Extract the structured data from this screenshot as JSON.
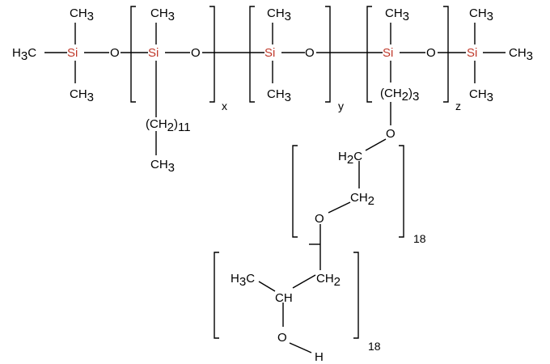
{
  "backbone": {
    "ch3": "CH",
    "h3c": "H",
    "c": "C",
    "sub3": "3",
    "si": "Si",
    "o": "O"
  },
  "side_chain_x": {
    "group": "(CH",
    "sub2": "2",
    "close": ")",
    "count": "11",
    "ch": "CH",
    "sub3": "3"
  },
  "side_chain_z": {
    "group": "(CH",
    "sub2": "2",
    "close": ")",
    "count": "3",
    "o": "O"
  },
  "repeat_labels": {
    "x": "x",
    "y": "y",
    "z": "z",
    "n_ethylene": "18",
    "n_propylene": "18"
  },
  "ethylene_unit": {
    "h2c_h": "H",
    "h2c_sub": "2",
    "h2c_c": "C",
    "ch2": "CH",
    "ch2_sub": "2",
    "o": "O"
  },
  "propylene_unit": {
    "h3c_h": "H",
    "h3c_sub": "3",
    "h3c_c": "C",
    "ch": "CH",
    "ch2": "CH",
    "ch2_sub": "2",
    "o": "O",
    "h": "H"
  }
}
